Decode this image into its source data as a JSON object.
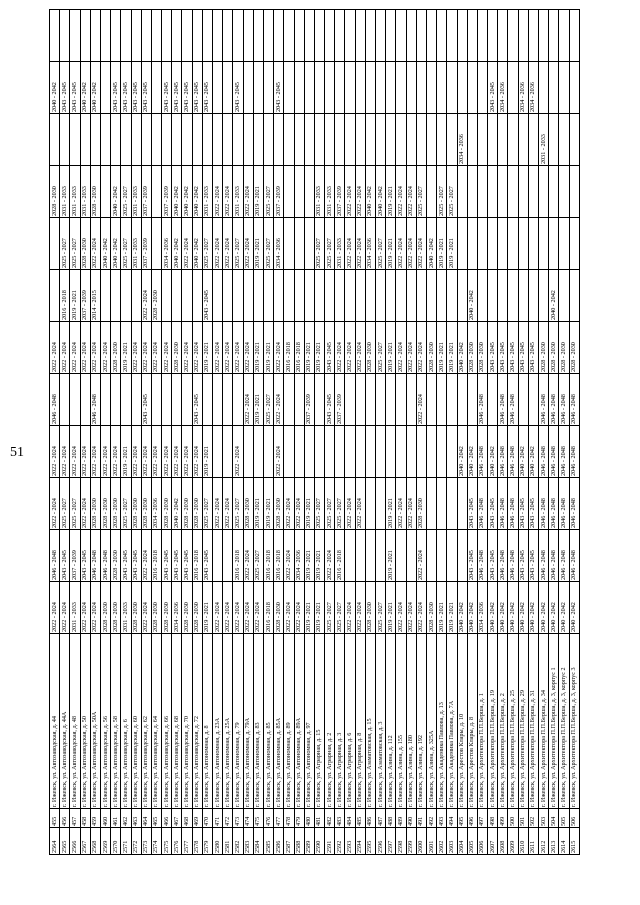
{
  "page_number": "51",
  "rows": [
    {
      "num": "2564",
      "id": "455",
      "addr": "г. Ижевск, ул. Автозаводская, д. 44",
      "p": [
        "2022 - 2024",
        "2046 - 2048",
        "2022 - 2024",
        "2022 - 2024",
        "2046 - 2048",
        "2022 - 2024",
        "",
        "",
        "2028 - 2030",
        "",
        "2040 - 2042",
        ""
      ]
    },
    {
      "num": "2565",
      "id": "456",
      "addr": "г. Ижевск, ул. Автозаводская, д. 44А",
      "p": [
        "2022 - 2024",
        "2043 - 2045",
        "2025 - 2027",
        "2022 - 2024",
        "",
        "2022 - 2024",
        "2016 - 2018",
        "2025 - 2027",
        "2031 - 2033",
        "",
        "2043 - 2045",
        ""
      ]
    },
    {
      "num": "2566",
      "id": "457",
      "addr": "г. Ижевск, ул. Автозаводская, д. 48",
      "p": [
        "2031 - 2033",
        "2037 - 2039",
        "2025 - 2027",
        "2022 - 2024",
        "",
        "2022 - 2024",
        "2019 - 2021",
        "2025 - 2027",
        "2031 - 2033",
        "",
        "2043 - 2045",
        ""
      ]
    },
    {
      "num": "2567",
      "id": "458",
      "addr": "г. Ижевск, ул. Автозаводская, д. 50",
      "p": [
        "2022 - 2024",
        "2043 - 2045",
        "2022 - 2024",
        "2022 - 2024",
        "",
        "2022 - 2024",
        "2037 - 2039",
        "2028 - 2030",
        "2031 - 2033",
        "",
        "2040 - 2042",
        ""
      ]
    },
    {
      "num": "2568",
      "id": "459",
      "addr": "г. Ижевск, ул. Автозаводская, д. 50А",
      "p": [
        "2022 - 2024",
        "2046 - 2048",
        "2028 - 2030",
        "2022 - 2024",
        "2046 - 2048",
        "2022 - 2024",
        "2014 - 2015",
        "2022 - 2024",
        "2028 - 2030",
        "",
        "2040 - 2042",
        ""
      ]
    },
    {
      "num": "2569",
      "id": "460",
      "addr": "г. Ижевск, ул. Автозаводская, д. 56",
      "p": [
        "2028 - 2030",
        "2046 - 2048",
        "2028 - 2030",
        "2022 - 2024",
        "",
        "2022 - 2024",
        "",
        "2040 - 2042",
        "",
        "",
        "",
        ""
      ]
    },
    {
      "num": "2570",
      "id": "461",
      "addr": "г. Ижевск, ул. Автозаводская, д. 58",
      "p": [
        "2028 - 2030",
        "2028 - 2030",
        "2028 - 2030",
        "2022 - 2024",
        "",
        "2028 - 2030",
        "",
        "2040 - 2042",
        "2040 - 2042",
        "",
        "2043 - 2045",
        ""
      ]
    },
    {
      "num": "2571",
      "id": "462",
      "addr": "г. Ижевск, ул. Автозаводская, д. 6",
      "p": [
        "2031 - 2033",
        "2043 - 2045",
        "2025 - 2027",
        "2019 - 2021",
        "",
        "2019 - 2021",
        "",
        "2025 - 2027",
        "2025 - 2027",
        "",
        "2043 - 2045",
        ""
      ]
    },
    {
      "num": "2572",
      "id": "463",
      "addr": "г. Ижевск, ул. Автозаводская, д. 60",
      "p": [
        "2028 - 2030",
        "2043 - 2045",
        "2028 - 2030",
        "2022 - 2024",
        "",
        "2022 - 2024",
        "",
        "2031 - 2033",
        "2031 - 2033",
        "",
        "2043 - 2045",
        ""
      ]
    },
    {
      "num": "2573",
      "id": "464",
      "addr": "г. Ижевск, ул. Автозаводская, д. 62",
      "p": [
        "2022 - 2024",
        "2022 - 2024",
        "2028 - 2030",
        "2022 - 2024",
        "2043 - 2045",
        "2022 - 2024",
        "2022 - 2024",
        "2037 - 2039",
        "2037 - 2039",
        "",
        "2043 - 2045",
        ""
      ]
    },
    {
      "num": "2574",
      "id": "465",
      "addr": "г. Ижевск, ул. Автозаводская, д. 64",
      "p": [
        "2028 - 2030",
        "2016 - 2018",
        "2034 - 2036",
        "2022 - 2024",
        "",
        "2022 - 2024",
        "2028 - 2030",
        "",
        "",
        "",
        "",
        ""
      ]
    },
    {
      "num": "2575",
      "id": "466",
      "addr": "г. Ижевск, ул. Автозаводская, д. 66",
      "p": [
        "2028 - 2030",
        "2043 - 2045",
        "2028 - 2030",
        "2022 - 2024",
        "",
        "2022 - 2024",
        "",
        "2034 - 2036",
        "2037 - 2039",
        "",
        "2043 - 2045",
        ""
      ]
    },
    {
      "num": "2576",
      "id": "467",
      "addr": "г. Ижевск, ул. Автозаводская, д. 68",
      "p": [
        "2034 - 2036",
        "2043 - 2045",
        "2040 - 2042",
        "2022 - 2024",
        "",
        "2028 - 2030",
        "",
        "2040 - 2042",
        "2040 - 2042",
        "",
        "2043 - 2045",
        ""
      ]
    },
    {
      "num": "2577",
      "id": "468",
      "addr": "г. Ижевск, ул. Автозаводская, д. 70",
      "p": [
        "2028 - 2030",
        "2043 - 2045",
        "2028 - 2030",
        "2022 - 2024",
        "",
        "2022 - 2024",
        "",
        "2022 - 2024",
        "2040 - 2042",
        "",
        "2043 - 2045",
        ""
      ]
    },
    {
      "num": "2578",
      "id": "469",
      "addr": "г. Ижевск, ул. Автозаводская, д. 72",
      "p": [
        "2028 - 2030",
        "2016 - 2018",
        "2028 - 2030",
        "2022 - 2024",
        "2043 - 2045",
        "2022 - 2024",
        "",
        "2040 - 2042",
        "2040 - 2042",
        "",
        "2043 - 2045",
        ""
      ]
    },
    {
      "num": "2579",
      "id": "470",
      "addr": "г. Ижевск, ул. Автономная, д. 8",
      "p": [
        "2019 - 2021",
        "2043 - 2045",
        "2025 - 2027",
        "2019 - 2021",
        "",
        "2019 - 2021",
        "2043 - 2045",
        "2025 - 2027",
        "2031 - 2033",
        "",
        "2043 - 2045",
        ""
      ]
    },
    {
      "num": "2580",
      "id": "471",
      "addr": "г. Ижевск, ул. Автономная, д. 23А",
      "p": [
        "2022 - 2024",
        "",
        "2022 - 2024",
        "",
        "",
        "2022 - 2024",
        "",
        "2022 - 2024",
        "2022 - 2024",
        "",
        "",
        ""
      ]
    },
    {
      "num": "2581",
      "id": "472",
      "addr": "г. Ижевск, ул. Автономная, д. 25А",
      "p": [
        "2022 - 2024",
        "",
        "2022 - 2024",
        "",
        "",
        "2022 - 2024",
        "",
        "2022 - 2024",
        "2022 - 2024",
        "",
        "",
        ""
      ]
    },
    {
      "num": "2582",
      "id": "473",
      "addr": "г. Ижевск, ул. Автономная, д. 79",
      "p": [
        "2022 - 2024",
        "2016 - 2018",
        "2025 - 2027",
        "2022 - 2024",
        "",
        "2022 - 2024",
        "",
        "2025 - 2027",
        "2031 - 2033",
        "",
        "2043 - 2045",
        ""
      ]
    },
    {
      "num": "2583",
      "id": "474",
      "addr": "г. Ижевск, ул. Автономная, д. 79А",
      "p": [
        "2022 - 2024",
        "2022 - 2024",
        "2028 - 2030",
        "",
        "2022 - 2024",
        "2022 - 2024",
        "",
        "2022 - 2024",
        "2022 - 2024",
        "",
        "",
        ""
      ]
    },
    {
      "num": "2584",
      "id": "475",
      "addr": "г. Ижевск, ул. Автономная, д. 83",
      "p": [
        "2022 - 2024",
        "2025 - 2027",
        "2019 - 2021",
        "",
        "2019 - 2021",
        "2019 - 2021",
        "",
        "2019 - 2021",
        "2019 - 2021",
        "",
        "",
        ""
      ]
    },
    {
      "num": "2585",
      "id": "476",
      "addr": "г. Ижевск, ул. Автономная, д. 85",
      "p": [
        "2016 - 2018",
        "2016 - 2018",
        "2019 - 2021",
        "",
        "2025 - 2027",
        "2019 - 2021",
        "",
        "2025 - 2027",
        "2025 - 2027",
        "",
        "",
        ""
      ]
    },
    {
      "num": "2586",
      "id": "477",
      "addr": "г. Ижевск, ул. Автономная, д. 85А",
      "p": [
        "2028 - 2030",
        "2016 - 2018",
        "2028 - 2030",
        "2022 - 2024",
        "2022 - 2024",
        "2022 - 2024",
        "",
        "2034 - 2036",
        "2037 - 2039",
        "",
        "2043 - 2045",
        ""
      ]
    },
    {
      "num": "2587",
      "id": "478",
      "addr": "г. Ижевск, ул. Автономная, д. 89",
      "p": [
        "2022 - 2024",
        "2022 - 2024",
        "2022 - 2024",
        "",
        "",
        "2016 - 2018",
        "",
        "",
        "",
        "",
        "",
        ""
      ]
    },
    {
      "num": "2588",
      "id": "479",
      "addr": "г. Ижевск, ул. Автономная, д. 89А",
      "p": [
        "2022 - 2024",
        "2034 - 2036",
        "2022 - 2024",
        "",
        "",
        "2016 - 2018",
        "",
        "",
        "",
        "",
        "",
        ""
      ]
    },
    {
      "num": "2589",
      "id": "480",
      "addr": "г. Ижевск, ул. Автономная, д. 97",
      "p": [
        "2019 - 2021",
        "2019 - 2021",
        "2019 - 2021",
        "",
        "2037 - 2039",
        "2019 - 2021",
        "",
        "",
        "",
        "",
        "",
        ""
      ]
    },
    {
      "num": "2590",
      "id": "481",
      "addr": "г. Ижевск, ул. Аграрная, д. 15",
      "p": [
        "2019 - 2021",
        "2019 - 2021",
        "2025 - 2027",
        "",
        "",
        "2019 - 2021",
        "",
        "2025 - 2027",
        "2031 - 2033",
        "",
        "",
        ""
      ]
    },
    {
      "num": "2591",
      "id": "482",
      "addr": "г. Ижевск, ул. Аграрная, д. 2",
      "p": [
        "2025 - 2027",
        "2022 - 2024",
        "2025 - 2027",
        "",
        "2043 - 2045",
        "2043 - 2045",
        "",
        "2025 - 2027",
        "2031 - 2033",
        "",
        "",
        ""
      ]
    },
    {
      "num": "2592",
      "id": "483",
      "addr": "г. Ижевск, ул. Аграрная, д. 3",
      "p": [
        "2025 - 2027",
        "2016 - 2018",
        "2025 - 2027",
        "",
        "2037 - 2039",
        "2022 - 2024",
        "",
        "2031 - 2033",
        "2037 - 2039",
        "",
        "",
        ""
      ]
    },
    {
      "num": "2593",
      "id": "484",
      "addr": "г. Ижевск, ул. Аграрная, д. 6",
      "p": [
        "2022 - 2024",
        "",
        "2022 - 2024",
        "",
        "",
        "2022 - 2024",
        "",
        "2022 - 2024",
        "2022 - 2024",
        "",
        "",
        ""
      ]
    },
    {
      "num": "2594",
      "id": "485",
      "addr": "г. Ижевск, ул. Аграрная, д. 8",
      "p": [
        "2022 - 2024",
        "",
        "2022 - 2024",
        "",
        "",
        "2022 - 2024",
        "",
        "2022 - 2024",
        "2022 - 2024",
        "",
        "",
        ""
      ]
    },
    {
      "num": "2595",
      "id": "486",
      "addr": "г. Ижевск, ул. Азаматовская, д. 15",
      "p": [
        "2028 - 2030",
        "",
        "",
        "",
        "",
        "2028 - 2030",
        "",
        "2034 - 2036",
        "2040 - 2042",
        "",
        "",
        ""
      ]
    },
    {
      "num": "2596",
      "id": "487",
      "addr": "г. Ижевск, ул. Азаматовская, д. 3",
      "p": [
        "2025 - 2027",
        "",
        "",
        "",
        "",
        "2025 - 2027",
        "",
        "2025 - 2027",
        "2040 - 2042",
        "",
        "",
        ""
      ]
    },
    {
      "num": "2597",
      "id": "488",
      "addr": "г. Ижевск, ул. Азина, д. 112",
      "p": [
        "2019 - 2021",
        "2019 - 2021",
        "2019 - 2021",
        "",
        "",
        "2019 - 2021",
        "",
        "2019 - 2021",
        "2019 - 2021",
        "",
        "",
        ""
      ]
    },
    {
      "num": "2598",
      "id": "489",
      "addr": "г. Ижевск, ул. Азина, д. 155",
      "p": [
        "2022 - 2024",
        "",
        "2022 - 2024",
        "",
        "",
        "2022 - 2024",
        "",
        "2022 - 2024",
        "2022 - 2024",
        "",
        "",
        ""
      ]
    },
    {
      "num": "2599",
      "id": "490",
      "addr": "г. Ижевск, ул. Азина, д. 180",
      "p": [
        "2022 - 2024",
        "",
        "2022 - 2024",
        "",
        "",
        "2022 - 2024",
        "",
        "2022 - 2024",
        "2022 - 2024",
        "",
        "",
        ""
      ]
    },
    {
      "num": "2600",
      "id": "491",
      "addr": "г. Ижевск, ул. Азина, д. 192",
      "p": [
        "2022 - 2024",
        "2022 - 2024",
        "2028 - 2030",
        "",
        "2022 - 2024",
        "2022 - 2024",
        "",
        "2022 - 2024",
        "2025 - 2027",
        "",
        "",
        ""
      ]
    },
    {
      "num": "2601",
      "id": "492",
      "addr": "г. Ижевск, ул. Азина, д. 325А",
      "p": [
        "2028 - 2030",
        "",
        "",
        "",
        "",
        "2028 - 2030",
        "",
        "2040 - 2042",
        "",
        "",
        "",
        ""
      ]
    },
    {
      "num": "2602",
      "id": "493",
      "addr": "г. Ижевск, ул. Академика Павлова, д. 13",
      "p": [
        "2019 - 2021",
        "",
        "",
        "",
        "",
        "2019 - 2021",
        "",
        "2019 - 2021",
        "2025 - 2027",
        "",
        "",
        ""
      ]
    },
    {
      "num": "2603",
      "id": "494",
      "addr": "г. Ижевск, ул. Академика Павлова, д. 7А",
      "p": [
        "2019 - 2021",
        "",
        "",
        "",
        "",
        "2019 - 2021",
        "",
        "2019 - 2021",
        "2025 - 2027",
        "",
        "",
        ""
      ]
    },
    {
      "num": "2604",
      "id": "495",
      "addr": "г. Ижевск, ул. Арестов Клары, д. 10",
      "p": [
        "2040 - 2042",
        "",
        "",
        "2040 - 2042",
        "",
        "2040 - 2042",
        "",
        "",
        "",
        "2034 - 2036",
        "",
        ""
      ]
    },
    {
      "num": "2605",
      "id": "496",
      "addr": "г. Ижевск, ул. Арестов Клары, д. 8",
      "p": [
        "2040 - 2042",
        "2043 - 2045",
        "2043 - 2045",
        "2040 - 2042",
        "",
        "2028 - 2030",
        "2040 - 2042",
        "",
        "",
        "",
        "",
        ""
      ]
    },
    {
      "num": "2606",
      "id": "497",
      "addr": "г. Ижевск, ул. Архитектора П.П.Берша, д. 1",
      "p": [
        "2034 - 2036",
        "2046 - 2048",
        "2046 - 2048",
        "2046 - 2048",
        "2046 - 2048",
        "2028 - 2030",
        "",
        "",
        "",
        "",
        "",
        ""
      ]
    },
    {
      "num": "2607",
      "id": "498",
      "addr": "г. Ижевск, ул. Архитектора П.П.Берша, д. 19",
      "p": [
        "2040 - 2042",
        "2043 - 2045",
        "2043 - 2045",
        "2040 - 2042",
        "",
        "2043 - 2045",
        "",
        "",
        "",
        "",
        "2043 - 2045",
        ""
      ]
    },
    {
      "num": "2608",
      "id": "499",
      "addr": "г. Ижевск, ул. Архитектора П.П.Берша, д. 2",
      "p": [
        "2040 - 2042",
        "2046 - 2048",
        "2046 - 2048",
        "2046 - 2048",
        "2046 - 2048",
        "2043 - 2045",
        "",
        "",
        "",
        "",
        "2034 - 2036",
        ""
      ]
    },
    {
      "num": "2609",
      "id": "500",
      "addr": "г. Ижевск, ул. Архитектора П.П.Берша, д. 25",
      "p": [
        "2040 - 2042",
        "2046 - 2048",
        "2046 - 2048",
        "2046 - 2048",
        "2046 - 2048",
        "2043 - 2045",
        "",
        "",
        "",
        "",
        "",
        ""
      ]
    },
    {
      "num": "2610",
      "id": "501",
      "addr": "г. Ижевск, ул. Архитектора П.П.Берша, д. 29",
      "p": [
        "2040 - 2042",
        "2043 - 2045",
        "2043 - 2045",
        "2040 - 2042",
        "",
        "2043 - 2045",
        "",
        "",
        "",
        "",
        "2034 - 2036",
        ""
      ]
    },
    {
      "num": "2611",
      "id": "502",
      "addr": "г. Ижевск, ул. Архитектора П.П.Берша, д. 31",
      "p": [
        "2040 - 2042",
        "2043 - 2045",
        "2043 - 2045",
        "2040 - 2042",
        "",
        "2043 - 2045",
        "",
        "",
        "",
        "",
        "2034 - 2036",
        ""
      ]
    },
    {
      "num": "2612",
      "id": "503",
      "addr": "г. Ижевск, ул. Архитектора П.П.Берша, д. 34",
      "p": [
        "2040 - 2042",
        "2046 - 2048",
        "2046 - 2048",
        "2046 - 2048",
        "2046 - 2048",
        "2028 - 2030",
        "",
        "",
        "",
        "2031 - 2033",
        "",
        ""
      ]
    },
    {
      "num": "2613",
      "id": "504",
      "addr": "г. Ижевск, ул. Архитектора П.П.Берша, д. 3, корпус 1",
      "p": [
        "2040 - 2042",
        "2046 - 2048",
        "2046 - 2048",
        "2046 - 2048",
        "2046 - 2048",
        "2028 - 2030",
        "2040 - 2042",
        "",
        "",
        "",
        "",
        ""
      ]
    },
    {
      "num": "2614",
      "id": "505",
      "addr": "г. Ижевск, ул. Архитектора П.П.Берша, д. 3, корпус 2",
      "p": [
        "2040 - 2042",
        "2046 - 2048",
        "2046 - 2048",
        "2046 - 2048",
        "2046 - 2048",
        "2028 - 2030",
        "",
        "",
        "",
        "",
        "",
        ""
      ]
    },
    {
      "num": "2615",
      "id": "506",
      "addr": "г. Ижевск, ул. Архитектора П.П.Берша, д. 3, корпус 3",
      "p": [
        "2040 - 2042",
        "2046 - 2048",
        "2046 - 2048",
        "2046 - 2048",
        "2046 - 2048",
        "2028 - 2030",
        "",
        "",
        "",
        "",
        "",
        ""
      ]
    }
  ]
}
